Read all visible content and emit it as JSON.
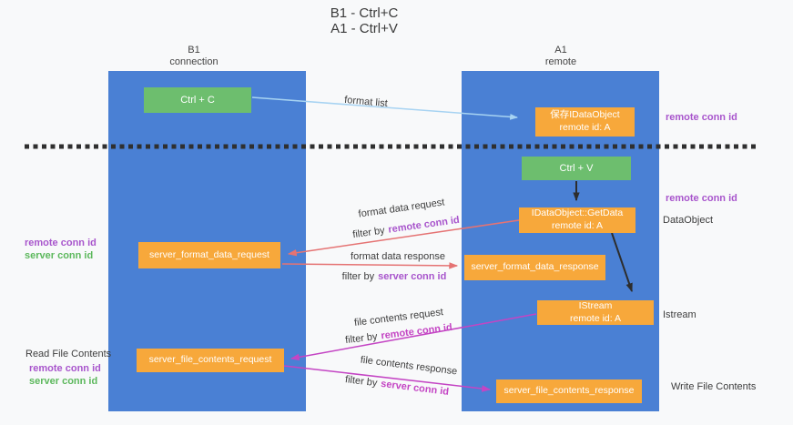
{
  "title": {
    "line1": "B1 - Ctrl+C",
    "line2": "A1 - Ctrl+V"
  },
  "columns": {
    "left": {
      "name": "B1",
      "role": "connection"
    },
    "right": {
      "name": "A1",
      "role": "remote"
    }
  },
  "boxes": {
    "ctrl_c": "Ctrl + C",
    "ctrl_v": "Ctrl + V",
    "save_dataobject_line1": "保存IDataObject",
    "save_dataobject_line2": "remote id: A",
    "getdata_line1": "IDataObject::GetData",
    "getdata_line2": "remote id: A",
    "istream_line1": "IStream",
    "istream_line2": "remote id: A",
    "format_request": "server_format_data_request",
    "format_response": "server_format_data_response",
    "file_request": "server_file_contents_request",
    "file_response": "server_file_contents_response"
  },
  "arrow_labels": {
    "format_list": "format list",
    "format_data_request": "format data request",
    "format_data_response": "format data response",
    "file_contents_request": "file contents request",
    "file_contents_response": "file contents response",
    "filter_by": "filter by",
    "remote_conn_id": "remote conn id",
    "server_conn_id": "server conn id"
  },
  "side_labels": {
    "remote_conn_id": "remote conn id",
    "server_conn_id": "server conn id",
    "data_object": "DataObject",
    "istream": "Istream",
    "read_file_contents": "Read File Contents",
    "write_file_contents": "Write File Contents"
  },
  "colors": {
    "column_blue": "#4a80d4",
    "box_orange": "#f7a83b",
    "box_green": "#6dbe6e",
    "purple": "#a855cc",
    "magenta": "#c445c4",
    "green_text": "#5cb85c",
    "salmon_arrow": "#e57373",
    "light_blue_arrow": "#a7d3f2",
    "black_arrow": "#2d2d2d",
    "dashed_line": "#2f2f2f"
  }
}
